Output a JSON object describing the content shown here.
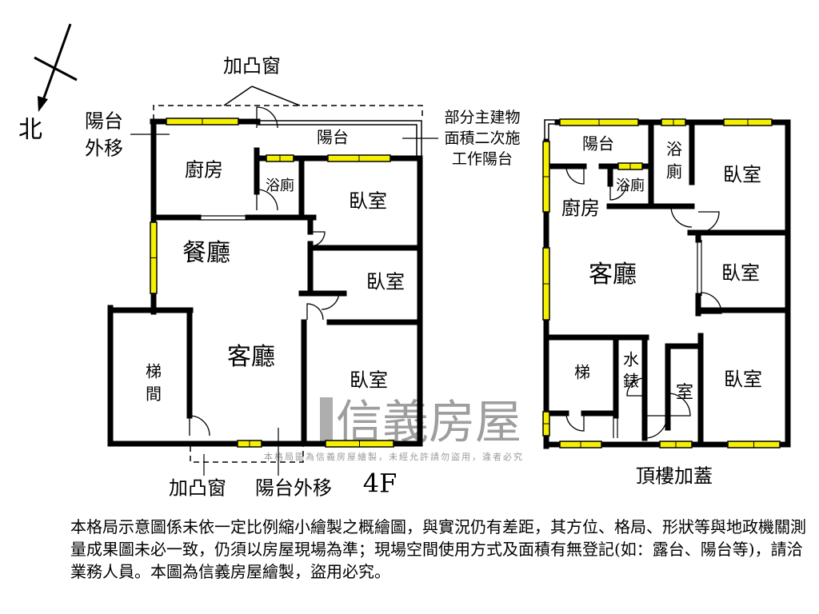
{
  "compass": {
    "north_label": "北"
  },
  "floor_4f": {
    "title": "4F",
    "bay_window_top": "加凸窗",
    "balcony_shift_left": [
      "陽台",
      "外移"
    ],
    "balcony_note": [
      "部分主建物",
      "面積二次施",
      "工作陽台"
    ],
    "rooms": {
      "kitchen": "廚房",
      "balcony": "陽台",
      "bathroom": "浴廁",
      "bedroom_1": "臥室",
      "dining": "餐廳",
      "bedroom_2": "臥室",
      "living": "客廳",
      "stairwell": [
        "梯",
        "間"
      ],
      "bedroom_3": "臥室"
    },
    "bay_window_bottom": "加凸窗",
    "balcony_shift_bottom": "陽台外移"
  },
  "rooftop": {
    "title": "頂樓加蓋",
    "rooms": {
      "balcony": "陽台",
      "bathroom_1": [
        "浴",
        "廁"
      ],
      "bedroom_1": "臥室",
      "bathroom_2": "浴廁",
      "kitchen": "廚房",
      "living": "客廳",
      "bedroom_2": "臥室",
      "stairs": "梯",
      "water_meter": [
        "水",
        "錶"
      ],
      "room": "室",
      "bedroom_3": "臥室"
    }
  },
  "watermark": {
    "brand": "信義房屋",
    "notice": "本格局圖為信義房屋繪製，未經允許請勿盜用，違者必究"
  },
  "disclaimer": "本格局示意圖係未依一定比例縮小繪製之概繪圖，與實況仍有差距，其方位、格局、形狀等與地政機關測量成果圖未必一致，仍須以房屋現場為準；現場空間使用方式及面積有無登記(如：露台、陽台等)，請洽業務人員。本圖為信義房屋繪製，盜用必究。",
  "colors": {
    "wall": "#000000",
    "window": "#f5f000",
    "watermark": "#8e8e8e"
  }
}
